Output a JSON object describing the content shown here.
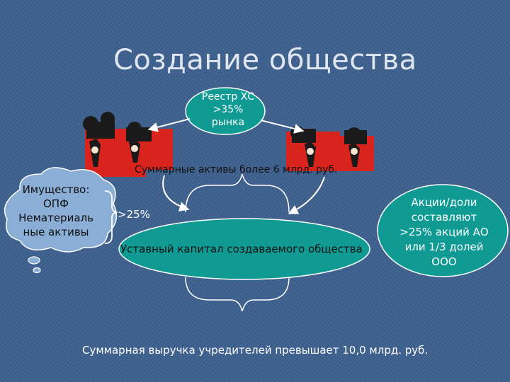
{
  "slide": {
    "title": "Создание общества",
    "registry": [
      "Реестр ХС",
      ">35%",
      "рынка"
    ],
    "assets_label": "Суммарные активы более 6 млрд. руб.",
    "property": [
      "Имущество:",
      "ОПФ",
      "Нематериаль",
      "ные активы"
    ],
    "percent_label": ">25%",
    "capital_label": "Уставный капитал создаваемого общества",
    "shares": [
      "Акции/доли",
      "составляют",
      ">25% акций АО",
      "или 1/3 долей",
      "ООО"
    ],
    "revenue_label": "Суммарная выручка учредителей  превышает 10,0 млрд. руб."
  },
  "colors": {
    "background": "#3e5f8a",
    "teal": "#0f9b94",
    "puzzle_red": "#d8241c",
    "puzzle_black": "#1a1a1a",
    "cloud": "#8aaed6"
  },
  "icons": [
    "puzzle-people-left-icon",
    "puzzle-people-right-icon"
  ]
}
